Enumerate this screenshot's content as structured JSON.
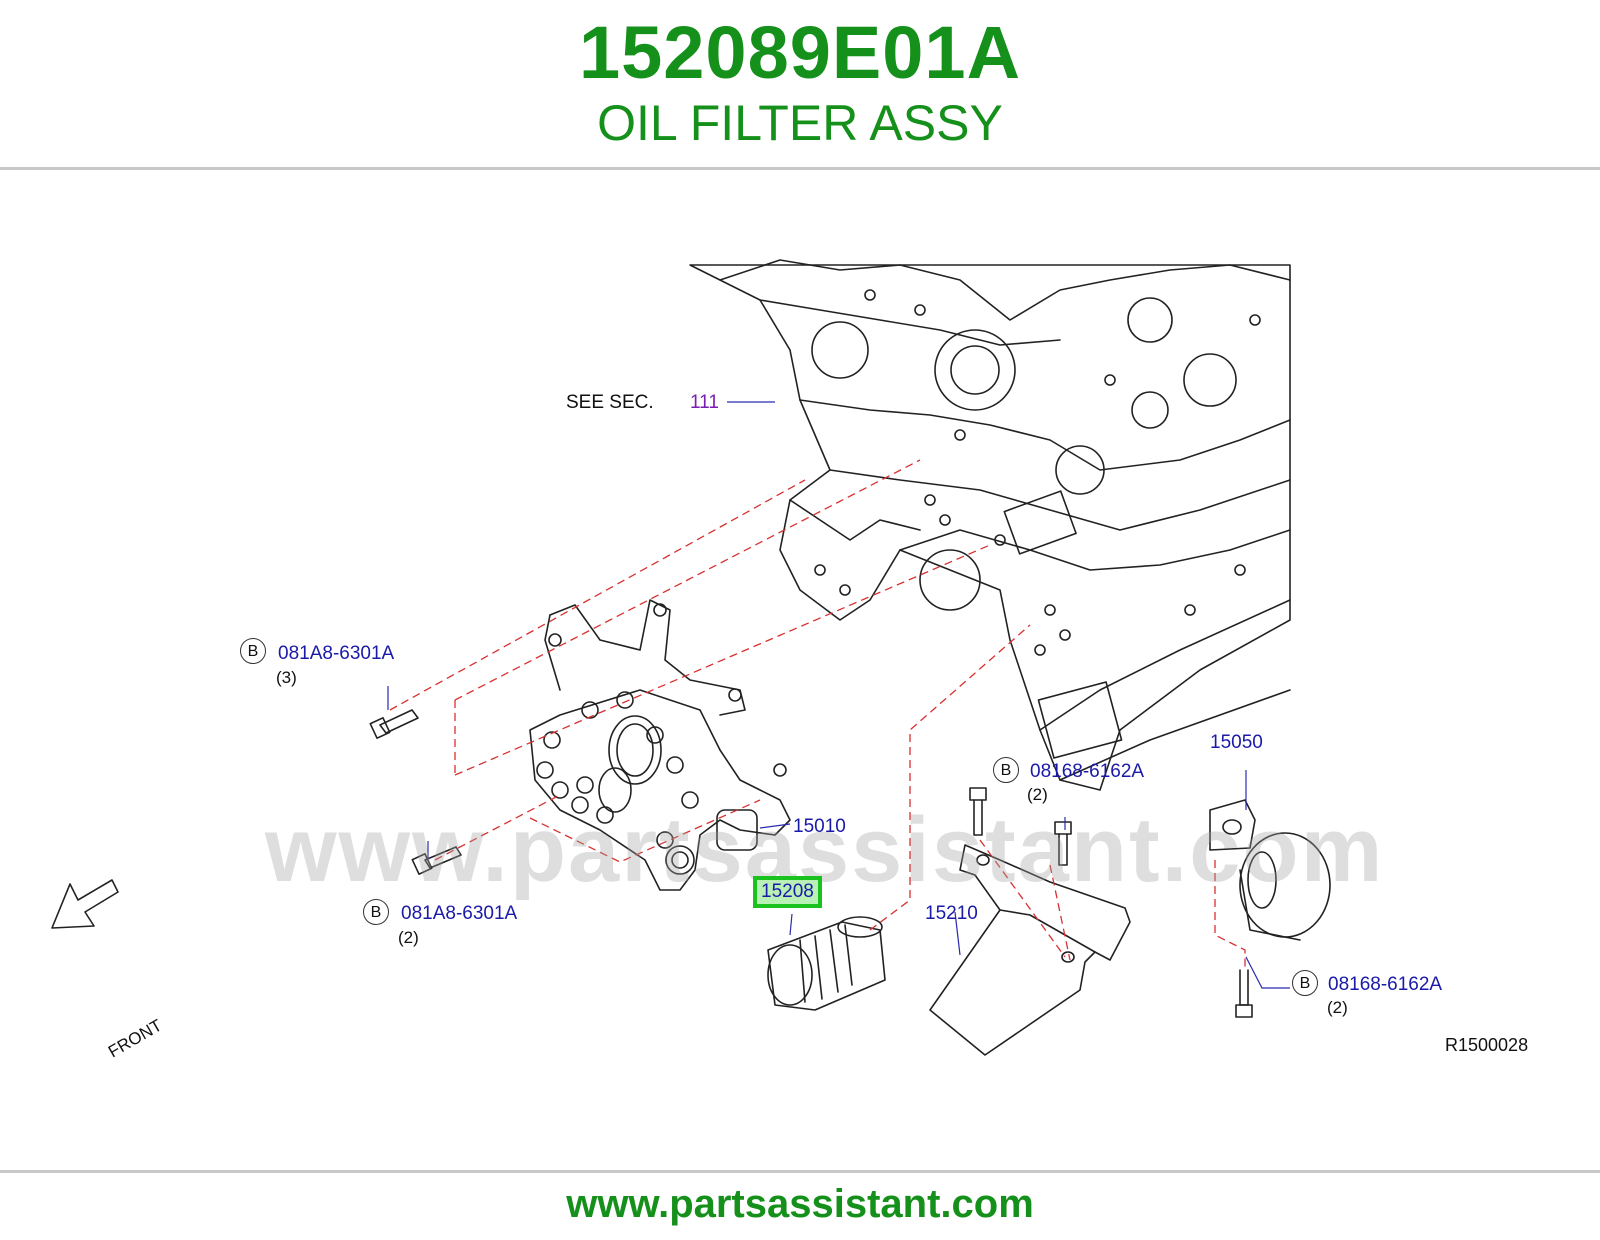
{
  "header": {
    "part_number": "152089E01A",
    "part_name": "OIL FILTER ASSY"
  },
  "diagram": {
    "see_sec_text": "SEE SEC.",
    "see_sec_ref": "111",
    "watermark": "www.partsassistant.com",
    "front_label": "FRONT",
    "ref_code": "R1500028",
    "callouts": {
      "bolt_top_left_code": "081A8-6301A",
      "bolt_top_left_qty": "(3)",
      "bolt_bottom_left_code": "081A8-6301A",
      "bolt_bottom_left_qty": "(2)",
      "bolt_center_code": "08168-6162A",
      "bolt_center_qty": "(2)",
      "bolt_right_code": "08168-6162A",
      "bolt_right_qty": "(2)",
      "oil_pump_part": "15010",
      "oil_filter_part": "15208",
      "filter_bracket_part": "15210",
      "filter_sensor_part": "15050",
      "b_marker": "B"
    },
    "colors": {
      "title_green": "#15901a",
      "callout_blue": "#1a1aa8",
      "highlight_green": "#19c21c",
      "leader_red": "#d83030"
    }
  },
  "footer": {
    "url": "www.partsassistant.com"
  }
}
